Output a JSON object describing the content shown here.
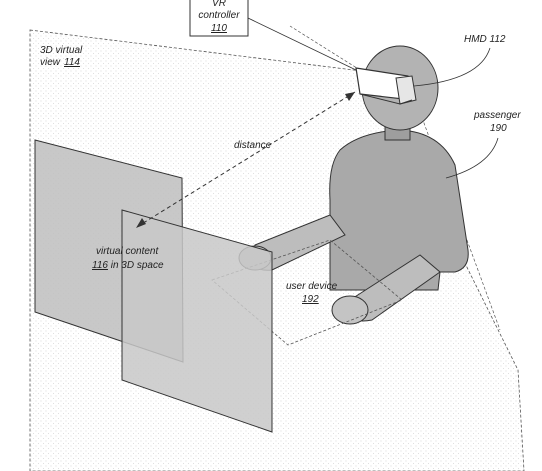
{
  "figure": {
    "vr_controller": {
      "line1": "VR",
      "line2": "controller",
      "ref": "110"
    },
    "view": {
      "line1": "3D virtual",
      "line2": "view",
      "ref": "114"
    },
    "hmd": {
      "text": "HMD 112"
    },
    "passenger": {
      "line1": "passenger",
      "ref": "190"
    },
    "distance": {
      "text": "distance"
    },
    "virtual_content": {
      "line1": "virtual content",
      "ref": "116",
      "line2_rest": " in 3D space"
    },
    "user_device": {
      "line1": "user device",
      "ref": "192"
    }
  }
}
